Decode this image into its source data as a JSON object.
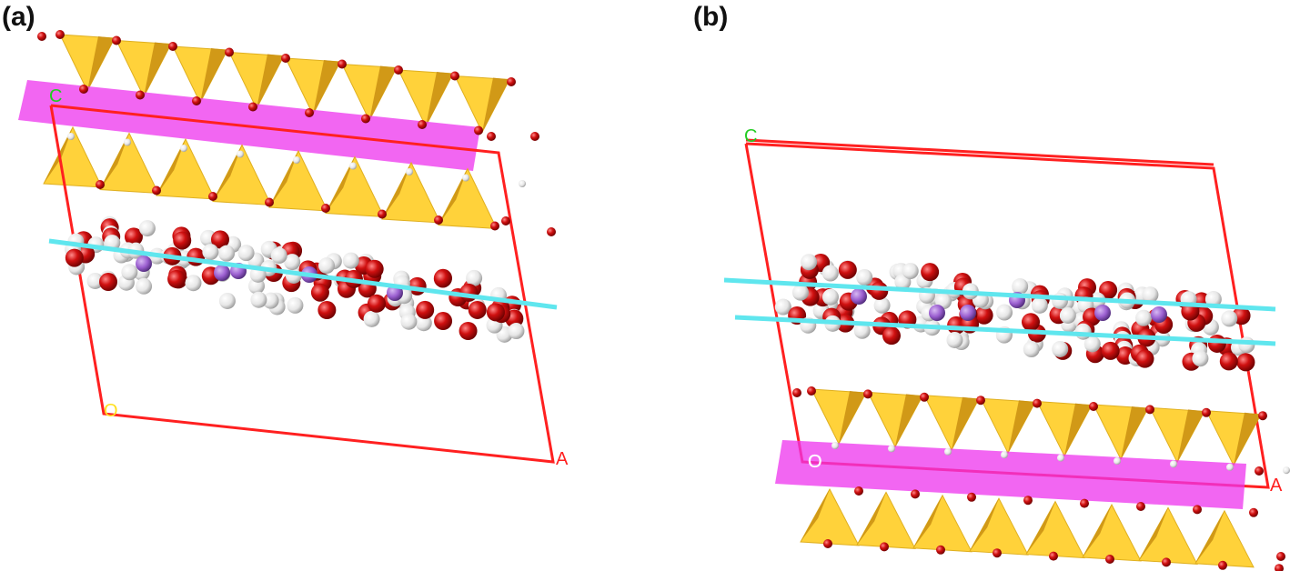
{
  "panels": [
    {
      "label": "(a)",
      "axis_c": "C",
      "axis_a": "A",
      "origin": "O"
    },
    {
      "label": "(b)",
      "axis_c": "C",
      "axis_a": "A",
      "origin": "O"
    }
  ],
  "colors": {
    "cell": "#ff2020",
    "tetra_light": "#ffd23a",
    "tetra_dark": "#d9a21e",
    "octa_plane": "#ee33ee",
    "oxygen": "#d01010",
    "hydrogen": "#eeeeee",
    "sodium": "#9b5fd0",
    "guide_line": "#5fe6ee",
    "c_label": "#22cc22",
    "a_label": "#ff2020",
    "o_label": "#ffe020"
  }
}
